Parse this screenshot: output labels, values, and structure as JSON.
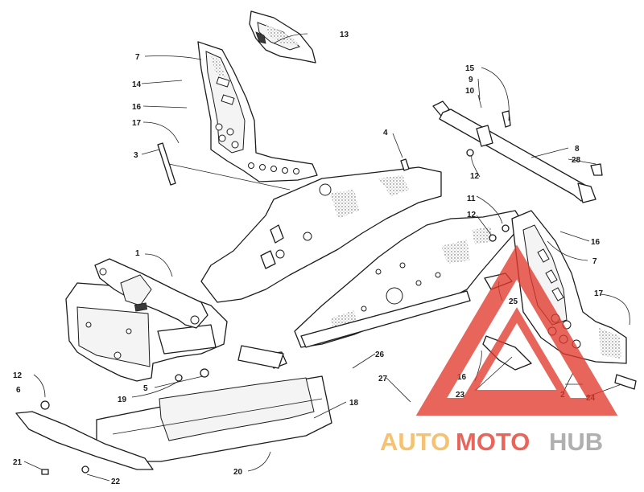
{
  "diagram": {
    "callouts": {
      "c1": "1",
      "c2": "2",
      "c3": "3",
      "c4": "4",
      "c5": "5",
      "c6": "6",
      "c7a": "7",
      "c7b": "7",
      "c8": "8",
      "c9": "9",
      "c10": "10",
      "c11": "11",
      "c12a": "12",
      "c12b": "12",
      "c12c": "12",
      "c13": "13",
      "c14": "14",
      "c15": "15",
      "c16a": "16",
      "c16b": "16",
      "c16c": "16",
      "c17a": "17",
      "c17b": "17",
      "c18": "18",
      "c19": "19",
      "c20": "20",
      "c21": "21",
      "c22": "22",
      "c23": "23",
      "c24": "24",
      "c25": "25",
      "c26": "26",
      "c27": "27",
      "c28": "28"
    }
  },
  "watermark": {
    "part1": "AUTO",
    "part2": "MOTO",
    "part3": "HUB",
    "colors": {
      "orange": "#f2b24a",
      "red": "#e23a2e",
      "gray": "#9a9a9a"
    }
  }
}
